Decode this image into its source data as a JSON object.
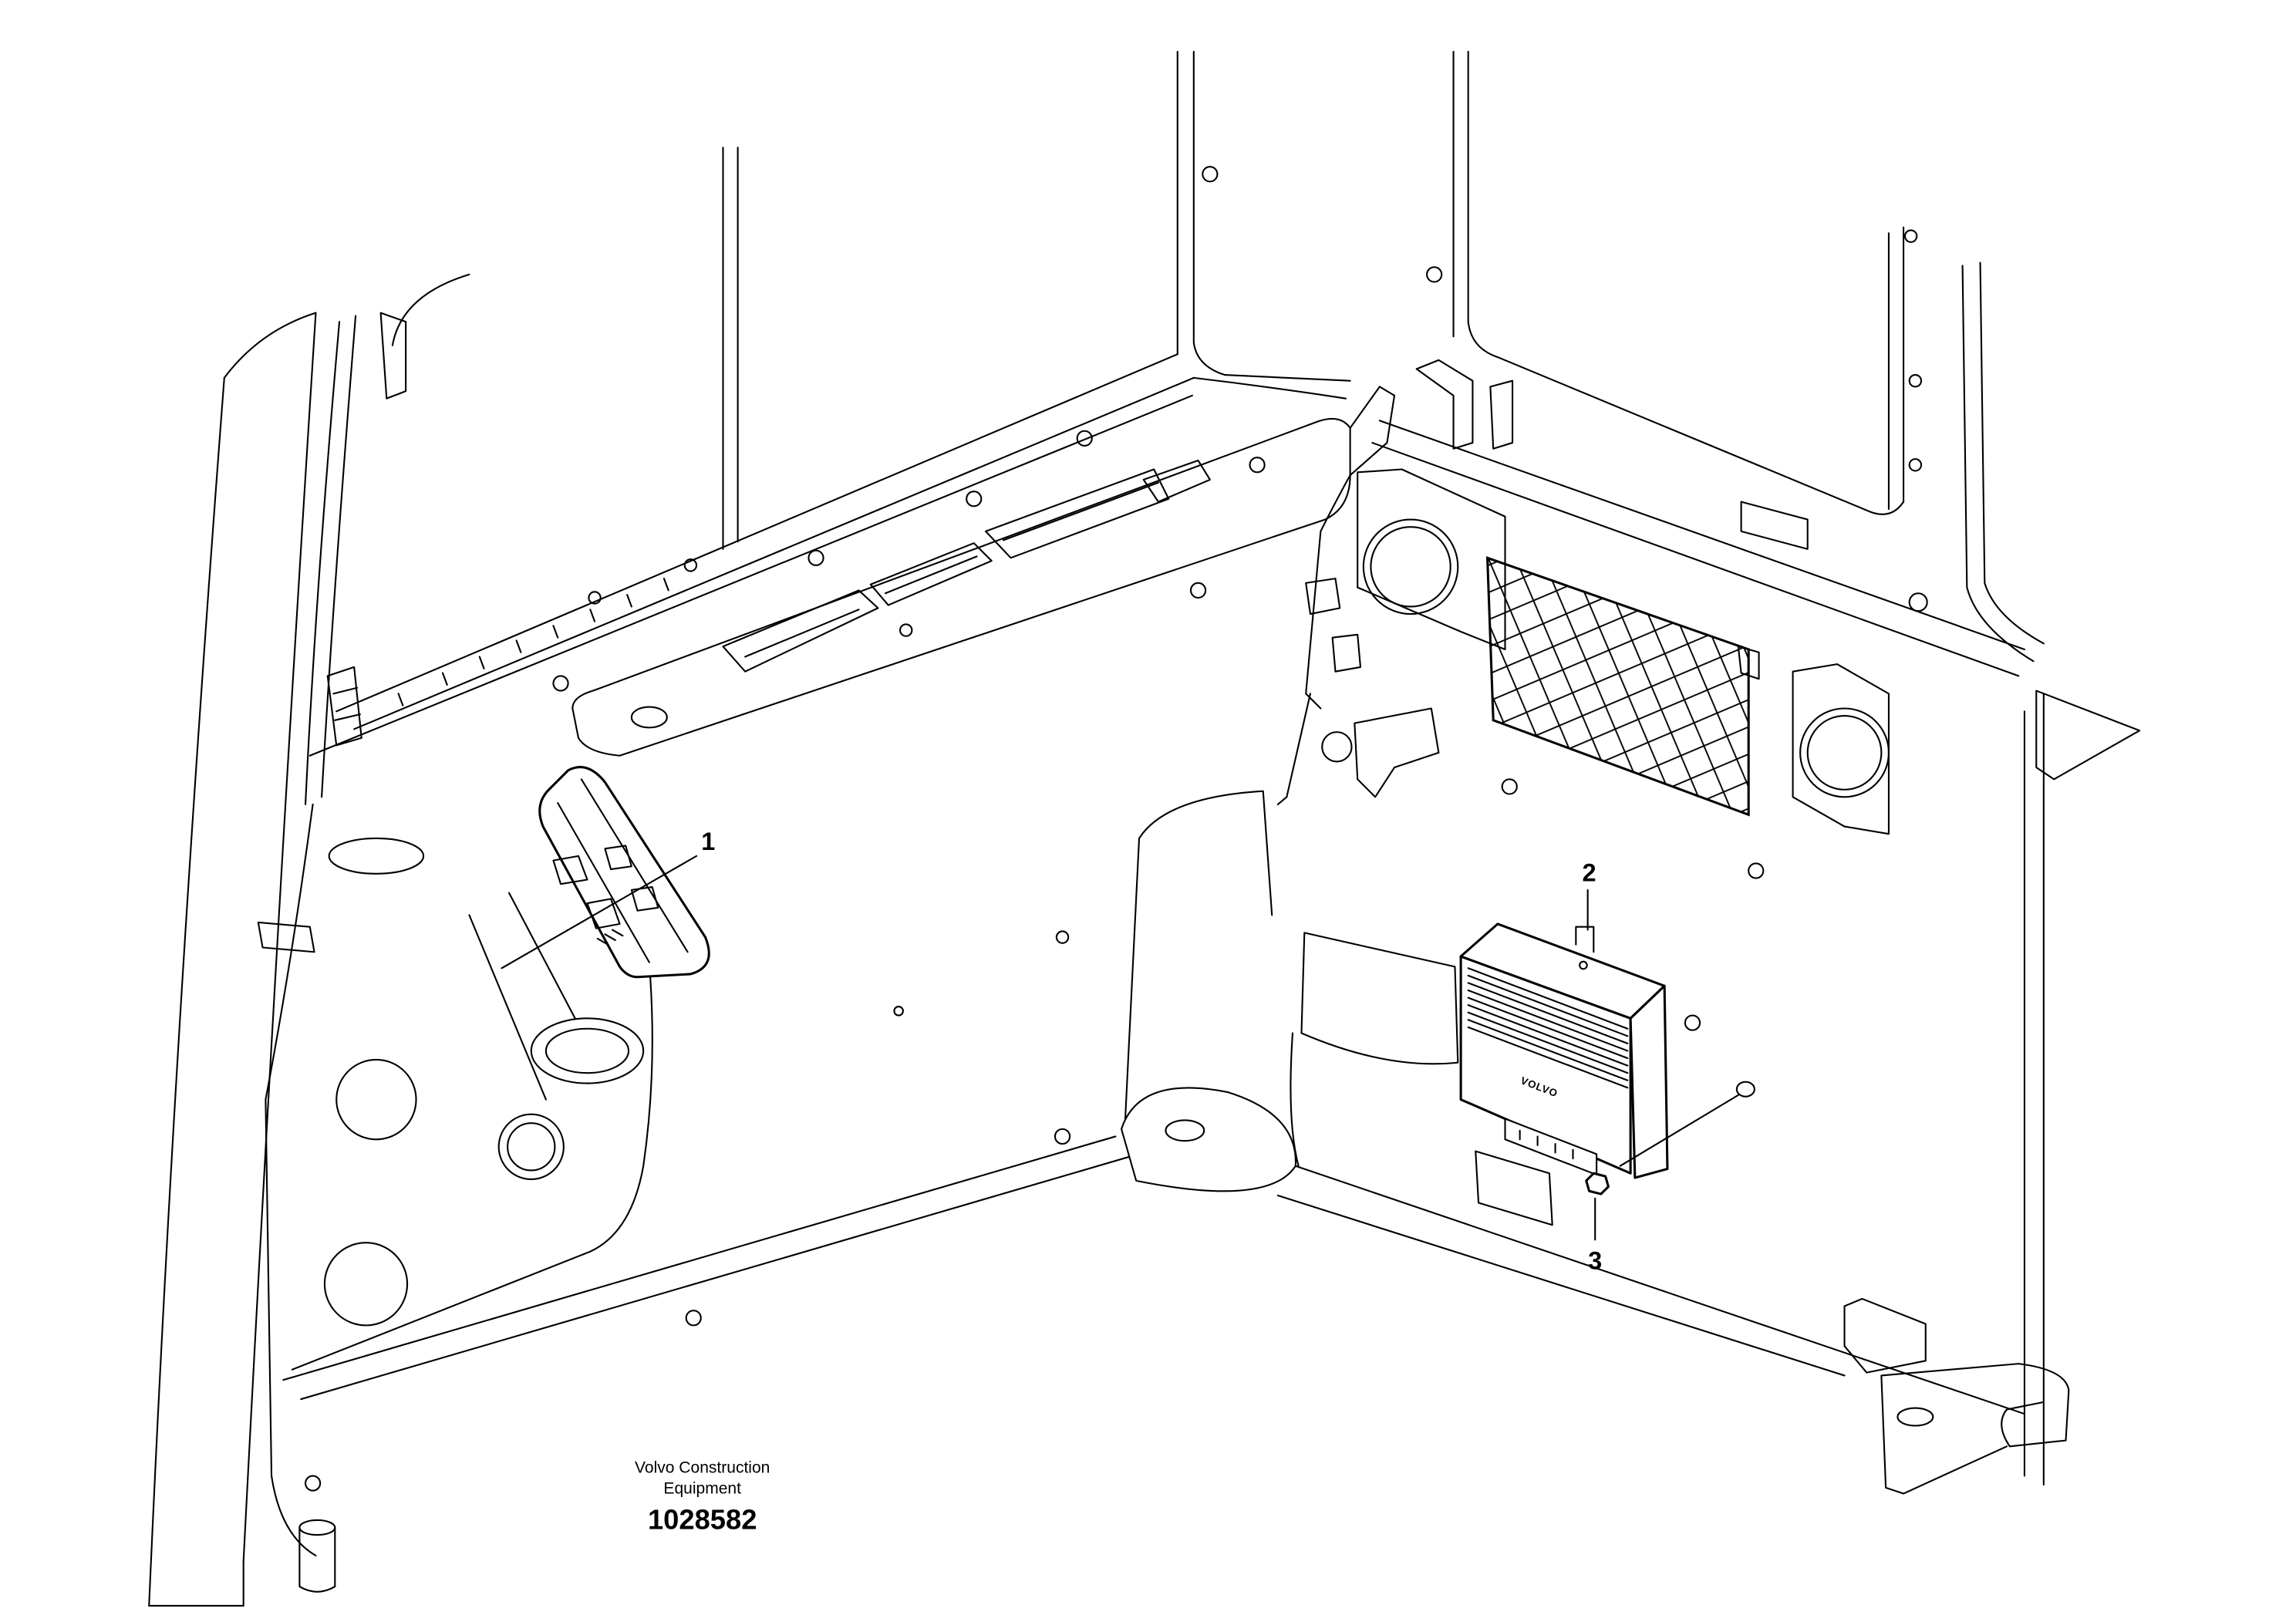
{
  "callouts": [
    {
      "label": "1"
    },
    {
      "label": "2"
    },
    {
      "label": "3"
    }
  ],
  "title_block": {
    "company_line1": "Volvo Construction",
    "company_line2": "Equipment",
    "drawing_number": "1028582"
  },
  "part_markings": {
    "control_unit_logo": "VOLVO"
  },
  "colors": {
    "line": "#000000",
    "background": "#ffffff"
  }
}
